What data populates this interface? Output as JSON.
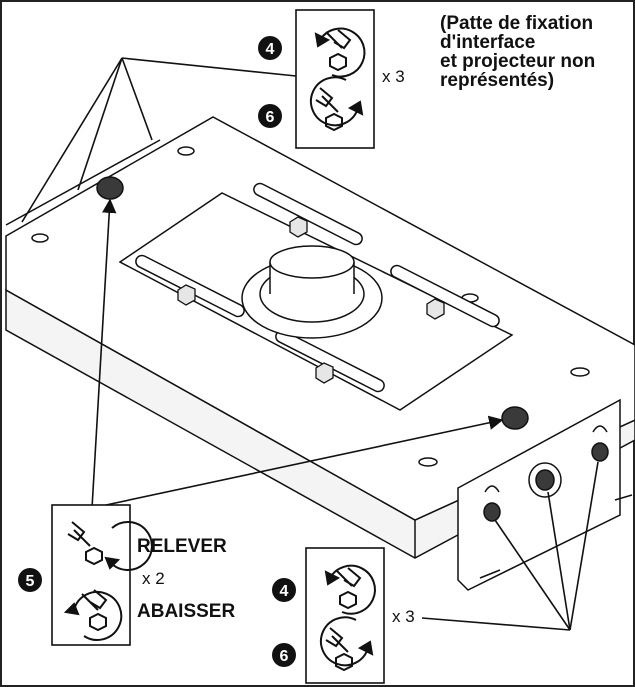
{
  "note": {
    "lines": [
      "(Patte de fixation",
      "d'interface",
      "et projecteur non",
      "représentés)"
    ]
  },
  "callouts": {
    "top": {
      "step_a": "4",
      "step_b": "6",
      "multiplier": "x 3"
    },
    "middle": {
      "step": "5",
      "raise_label": "RELEVER",
      "multiplier": "x 2",
      "lower_label": "ABAISSER"
    },
    "bottom": {
      "step_a": "4",
      "step_b": "6",
      "multiplier": "x 3"
    }
  },
  "colors": {
    "line": "#111111",
    "fill": "#ffffff",
    "bolt": "#2b2b2b"
  }
}
